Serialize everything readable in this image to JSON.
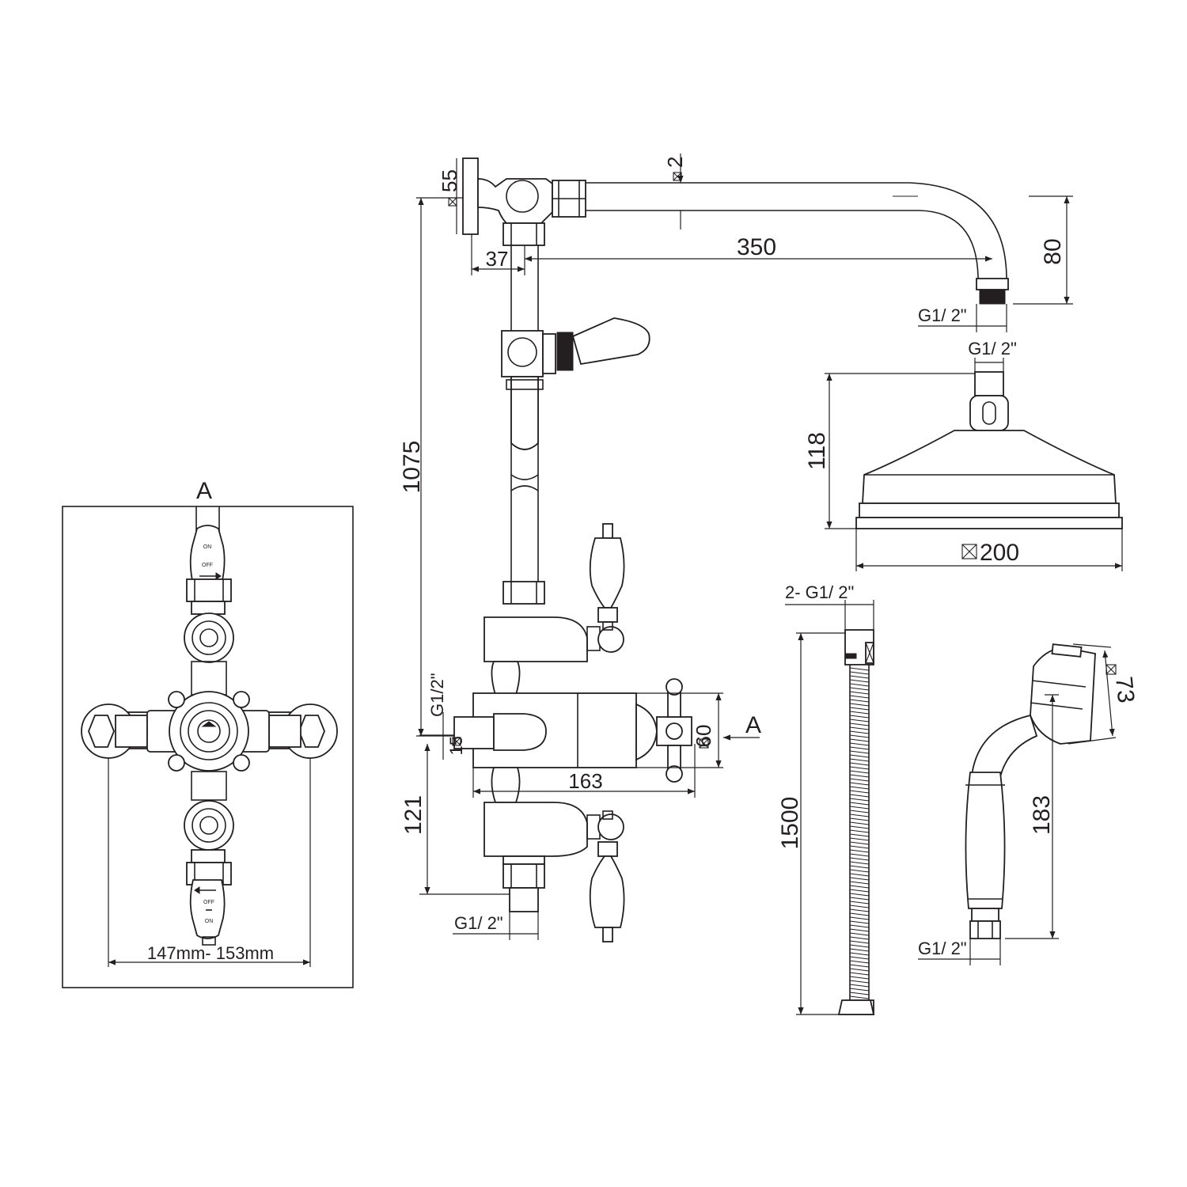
{
  "section_view": {
    "marker": "A",
    "handle_top": {
      "on": "ON",
      "off": "OFF"
    },
    "handle_bottom": {
      "off": "OFF",
      "on": "ON"
    },
    "centres": "147mm- 153mm"
  },
  "valve": {
    "wall_height": "1075",
    "outlet_offset": "37",
    "wall_size": "55",
    "arm_tube": "2",
    "arm_length": "350",
    "arm_drop": "80",
    "arm_thread": "G1/ 2\"",
    "inlet_thread": "G1/2\"",
    "inlet_size": "15",
    "body_width": "163",
    "body_size": "60",
    "view_marker": "A",
    "bottom_height": "121",
    "bottom_thread": "G1/ 2\""
  },
  "rose": {
    "thread": "G1/ 2\"",
    "height": "118",
    "diameter": "200"
  },
  "hose": {
    "threads": "2- G1/ 2\"",
    "length": "1500"
  },
  "handset": {
    "head_diameter": "73",
    "length": "183",
    "thread": "G1/ 2\""
  }
}
